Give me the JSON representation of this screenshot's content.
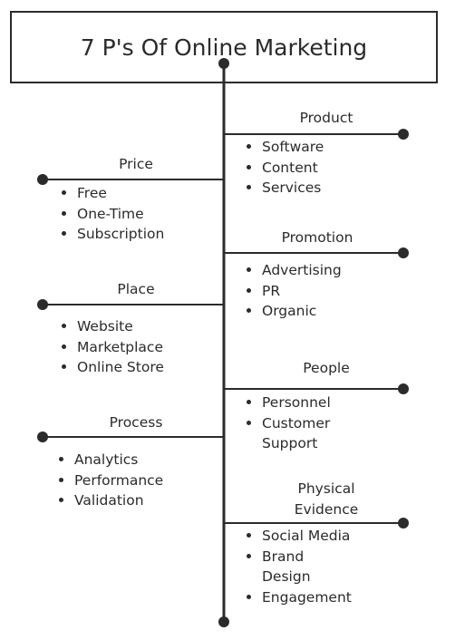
{
  "title": "7 P's Of Online Marketing",
  "sections": {
    "product": {
      "heading": "Product",
      "items": [
        "Software",
        "Content",
        "Services"
      ]
    },
    "price": {
      "heading": "Price",
      "items": [
        "Free",
        "One-Time",
        "Subscription"
      ]
    },
    "promotion": {
      "heading": "Promotion",
      "items": [
        "Advertising",
        "PR",
        "Organic"
      ]
    },
    "place": {
      "heading": "Place",
      "items": [
        "Website",
        "Marketplace",
        "Online Store"
      ]
    },
    "people": {
      "heading": "People",
      "items": [
        "Personnel",
        "Customer",
        "Support"
      ]
    },
    "process": {
      "heading": "Process",
      "items": [
        "Analytics",
        "Performance",
        "Validation"
      ]
    },
    "physical": {
      "heading_line1": "Physical",
      "heading_line2": "Evidence",
      "items": [
        "Social Media",
        "Brand",
        "Design",
        "Engagement"
      ]
    }
  },
  "colors": {
    "ink": "#2b2b2b",
    "background": "#ffffff"
  }
}
